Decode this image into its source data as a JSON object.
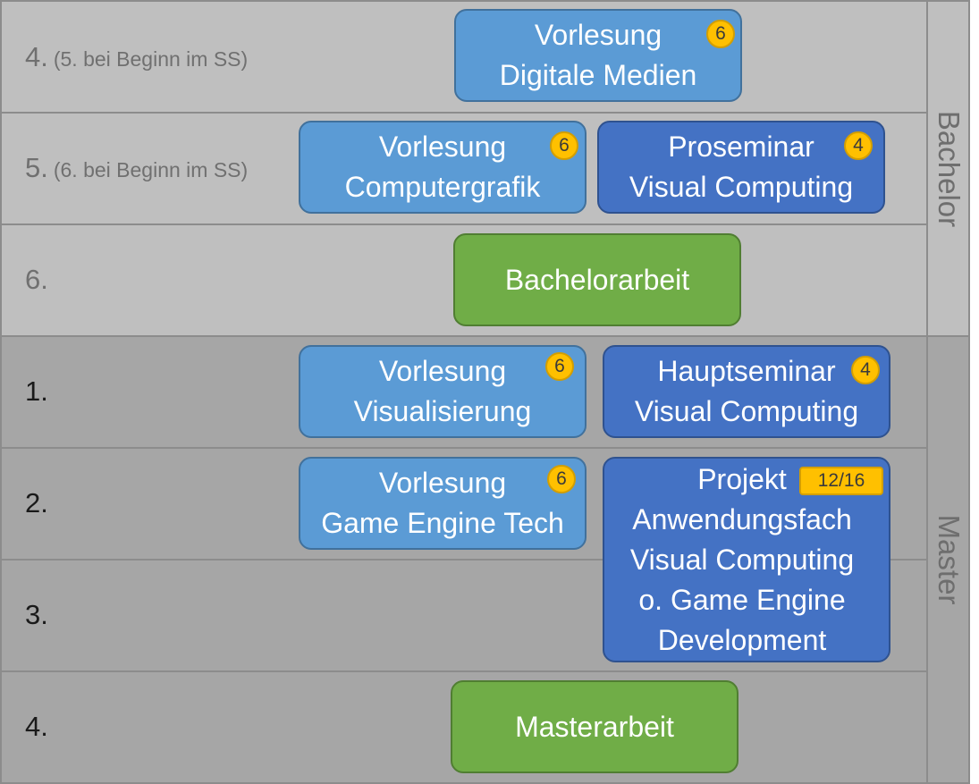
{
  "bands": {
    "bachelor": "Bachelor",
    "master": "Master"
  },
  "semesters": [
    {
      "num": "4.",
      "note": "(5. bei Beginn im SS)"
    },
    {
      "num": "5.",
      "note": "(6. bei Beginn im SS)"
    },
    {
      "num": "6.",
      "note": ""
    },
    {
      "num": "1.",
      "note": ""
    },
    {
      "num": "2.",
      "note": ""
    },
    {
      "num": "3.",
      "note": ""
    },
    {
      "num": "4.",
      "note": ""
    }
  ],
  "courses": {
    "digitale_medien": {
      "line1": "Vorlesung",
      "line2": "Digitale Medien",
      "credits": "6"
    },
    "computergrafik": {
      "line1": "Vorlesung",
      "line2": "Computergrafik",
      "credits": "6"
    },
    "proseminar": {
      "line1": "Proseminar",
      "line2": "Visual Computing",
      "credits": "4"
    },
    "bachelorarbeit": {
      "line1": "Bachelorarbeit"
    },
    "visualisierung": {
      "line1": "Vorlesung",
      "line2": "Visualisierung",
      "credits": "6"
    },
    "hauptseminar": {
      "line1": "Hauptseminar",
      "line2": "Visual Computing",
      "credits": "4"
    },
    "game_engine_tech": {
      "line1": "Vorlesung",
      "line2": "Game Engine Tech",
      "credits": "6"
    },
    "projekt": {
      "line1": "Projekt",
      "line2": "Anwendungsfach",
      "line3": "Visual Computing",
      "line4": "o. Game Engine",
      "line5": "Development",
      "credits": "12/16"
    },
    "masterarbeit": {
      "line1": "Masterarbeit"
    }
  },
  "colors": {
    "lecture": "#5b9bd5",
    "seminar": "#4472c4",
    "thesis": "#70ad47",
    "badge": "#ffc000",
    "bachelor_bg": "#bfbfbf",
    "master_bg": "#a6a6a6"
  }
}
